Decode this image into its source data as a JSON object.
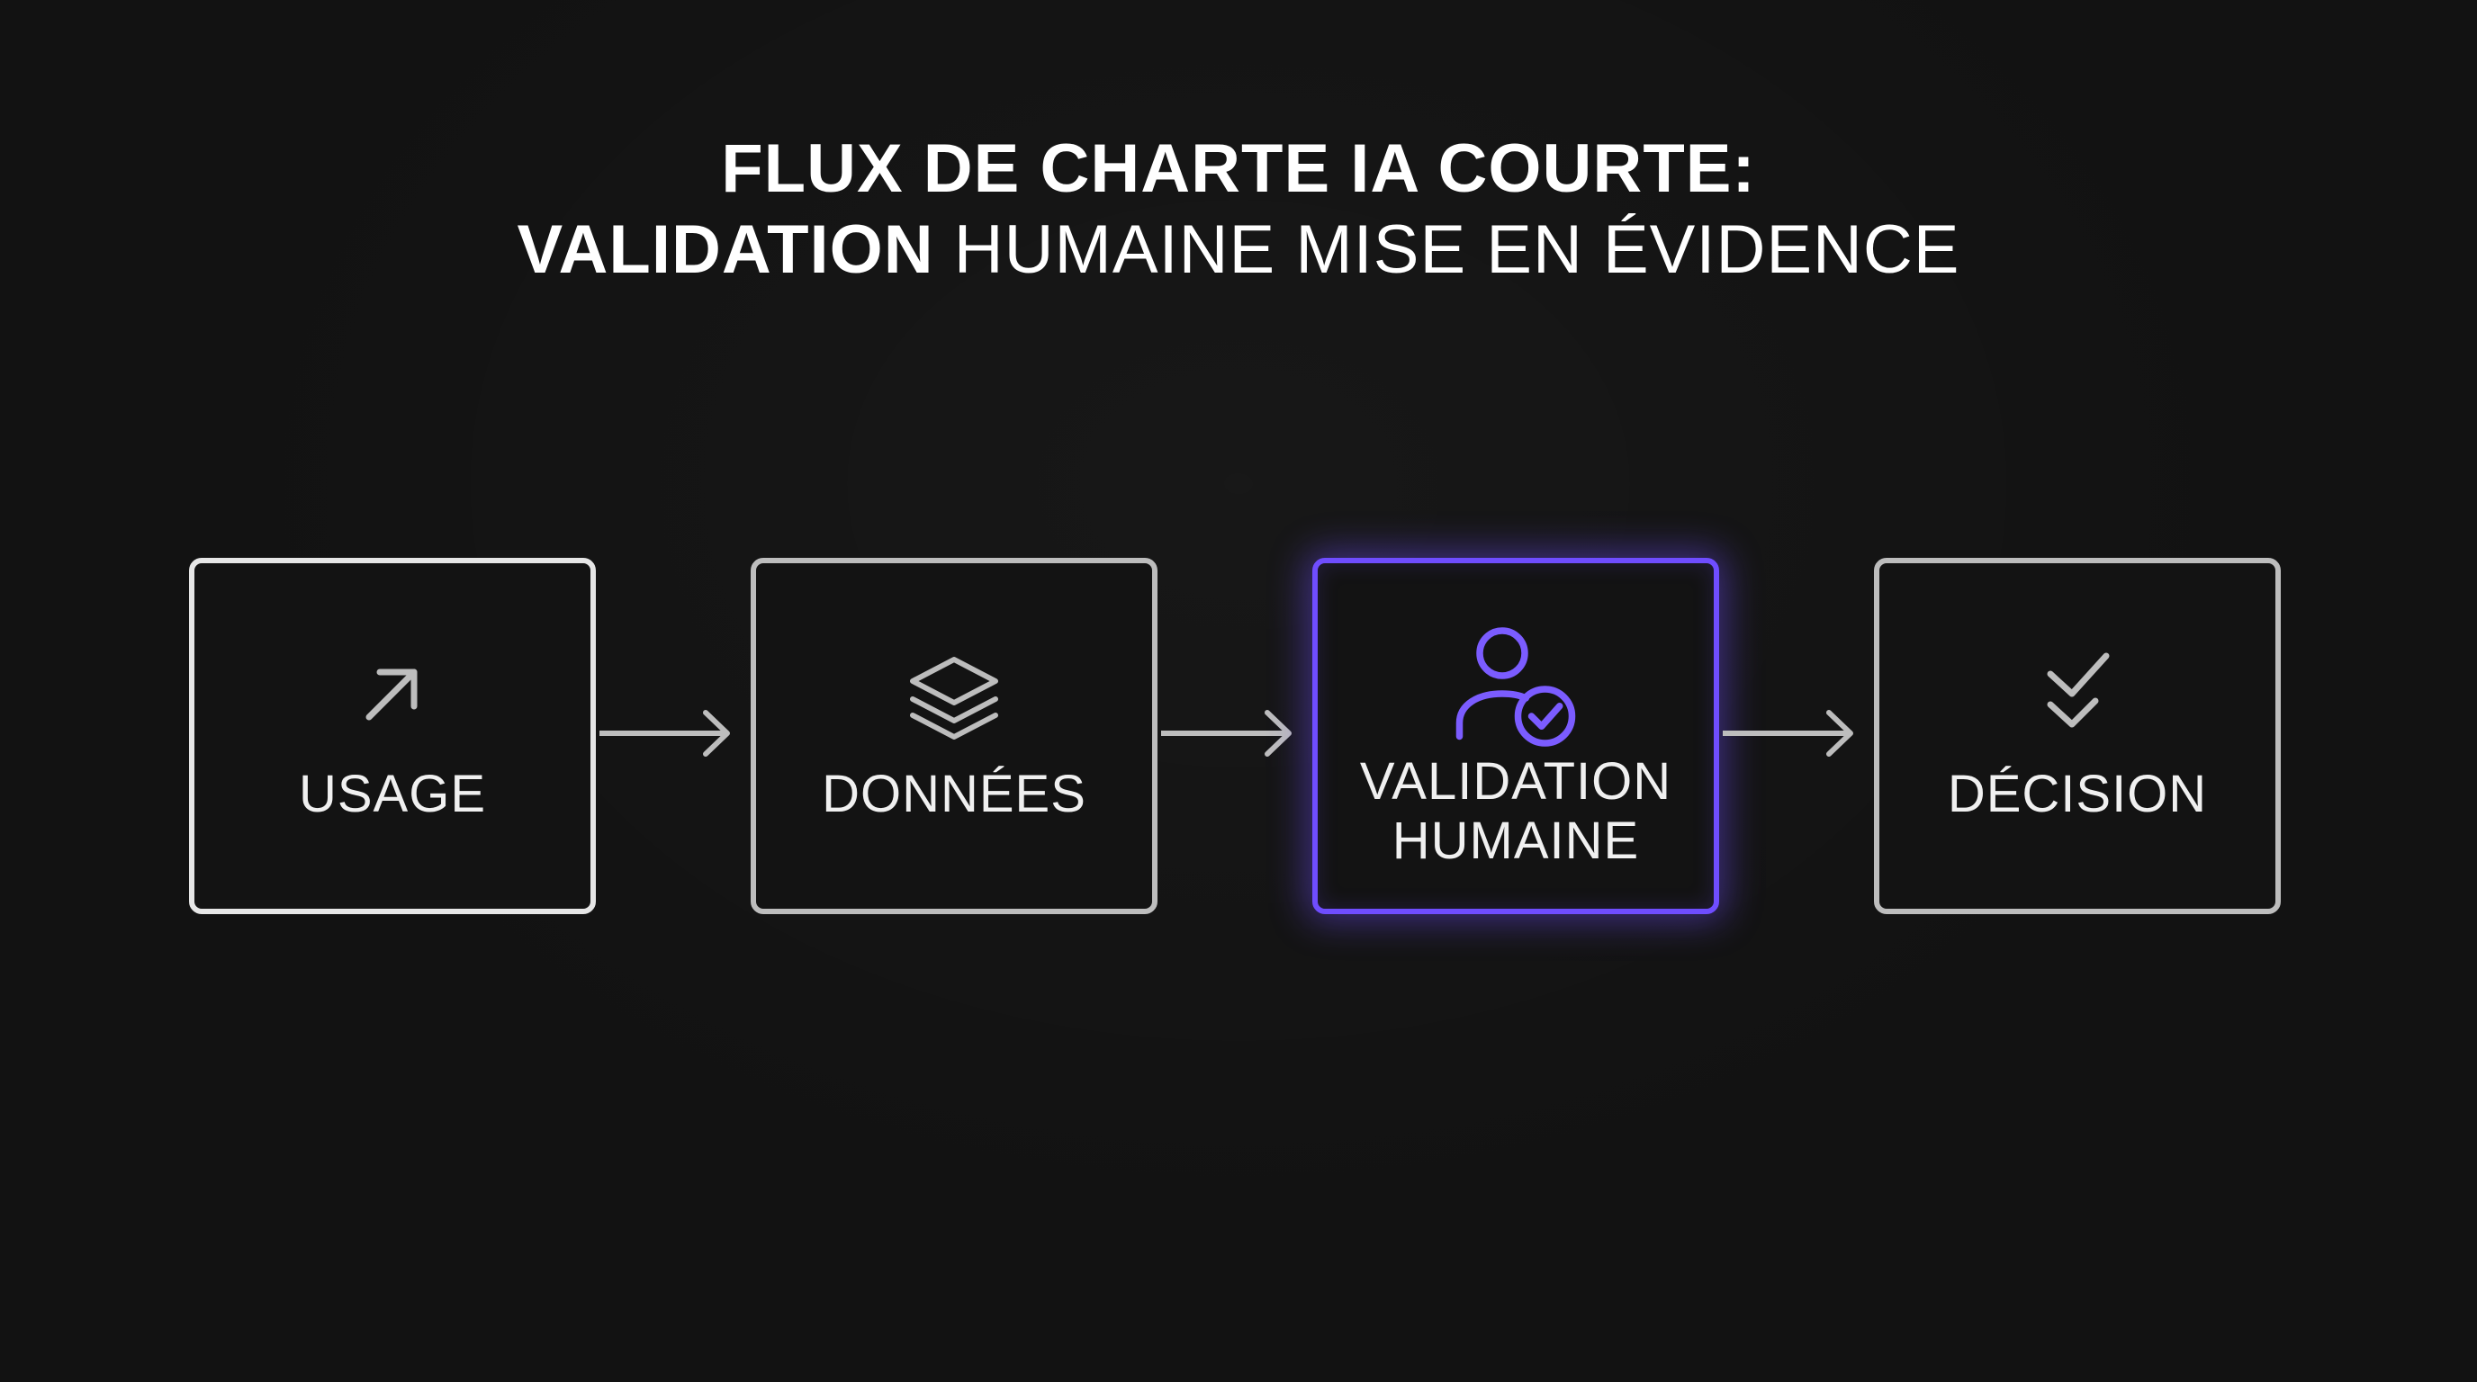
{
  "title": {
    "line1": "FLUX DE CHARTE IA COURTE:",
    "line2_bold": "VALIDATION",
    "line2_rest": "HUMAINE MISE EN ÉVIDENCE"
  },
  "colors": {
    "background": "#121212",
    "box_border": "#bdbdbd",
    "highlight": "#6f4dff",
    "text": "#f0f0f0"
  },
  "steps": [
    {
      "label": "USAGE",
      "icon": "arrow-up-right-icon"
    },
    {
      "label": "DONNÉES",
      "icon": "layers-icon"
    },
    {
      "label_line1": "VALIDATION",
      "label_line2": "HUMAINE",
      "icon": "user-check-icon",
      "highlighted": true
    },
    {
      "label": "DÉCISION",
      "icon": "double-check-icon"
    }
  ]
}
